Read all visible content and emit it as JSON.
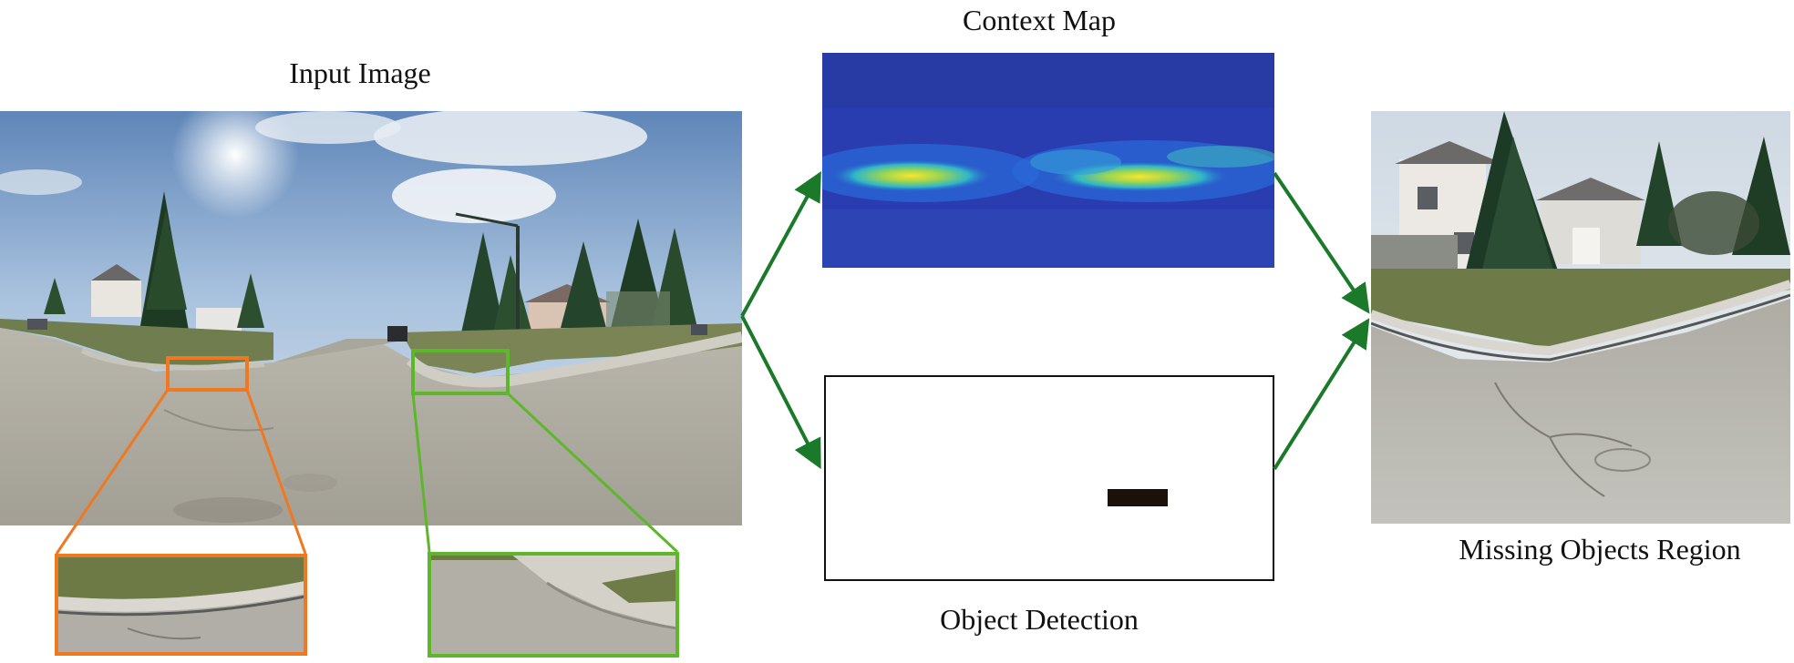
{
  "labels": {
    "input_image": "Input Image",
    "context_map": "Context Map",
    "object_detection": "Object Detection",
    "missing_objects_region": "Missing Objects Region"
  },
  "colors": {
    "arrow": "#1a7a2a",
    "zoom_orange": "#f07820",
    "zoom_green": "#5cb82a",
    "heatmap_base": "#2a3db0",
    "heatmap_hot": "#f5e32a",
    "detection_box": "#1a120a",
    "panel_border": "#111111"
  },
  "icons": {
    "street_photo": "street-scene-image",
    "heatmap": "heatmap-image",
    "detection_mask": "detection-mask-image"
  }
}
